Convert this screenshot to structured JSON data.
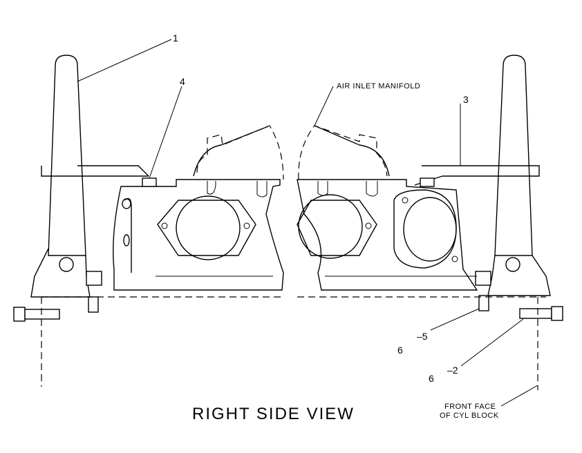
{
  "callouts": {
    "c1": "1",
    "c4": "4",
    "c3": "3",
    "c5": "–5",
    "c2": "–2",
    "c6a": "6",
    "c6b": "6",
    "manifold": "AIR INLET MANIFOLD"
  },
  "front_face": {
    "line1": "FRONT FACE",
    "line2": "OF CYL BLOCK"
  },
  "view_title": "RIGHT SIDE VIEW",
  "icons": [
    "lifting-bracket",
    "bolt",
    "stud",
    "manifold-flange"
  ]
}
